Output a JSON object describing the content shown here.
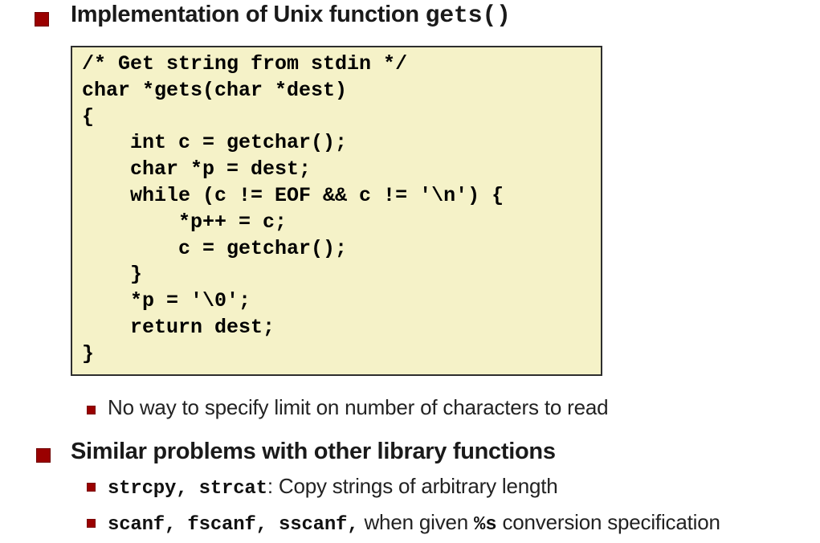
{
  "title": {
    "text": "Implementation of Unix function ",
    "code": "gets()"
  },
  "code_block": {
    "lines": [
      "/* Get string from stdin */",
      "char *gets(char *dest)",
      "{",
      "    int c = getchar();",
      "    char *p = dest;",
      "    while (c != EOF && c != '\\n') {",
      "        *p++ = c;",
      "        c = getchar();",
      "    }",
      "    *p = '\\0';",
      "    return dest;",
      "}"
    ]
  },
  "bullets": {
    "note": "No way to specify limit on number of characters to read",
    "section": "Similar problems with other library functions",
    "strcpy_item": {
      "code": "strcpy, strcat",
      "text": ": Copy strings of arbitrary length"
    },
    "scanf_item": {
      "code": "scanf, fscanf, sscanf,",
      "text1": " when given ",
      "code2": "%s",
      "text2": " conversion specification"
    }
  },
  "colors": {
    "bullet_red": "#9a0000",
    "code_bg": "#f5f2c8",
    "code_border": "#2e2e2e",
    "text": "#1a1a1a"
  }
}
